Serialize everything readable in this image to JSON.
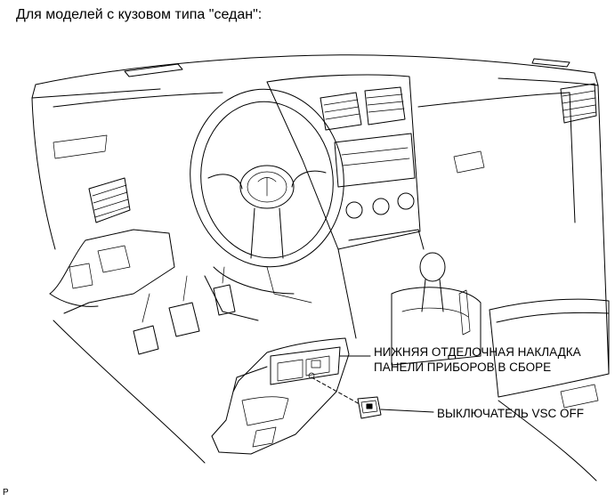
{
  "caption": "Для моделей с кузовом типа \"седан\":",
  "callouts": {
    "panel_line1": "НИЖНЯЯ ОТДЕЛОЧНАЯ НАКЛАДКА",
    "panel_line2": "ПАНЕЛИ ПРИБОРОВ В СБОРЕ",
    "switch": "ВЫКЛЮЧАТЕЛЬ VSC OFF"
  },
  "figure_code": "P"
}
